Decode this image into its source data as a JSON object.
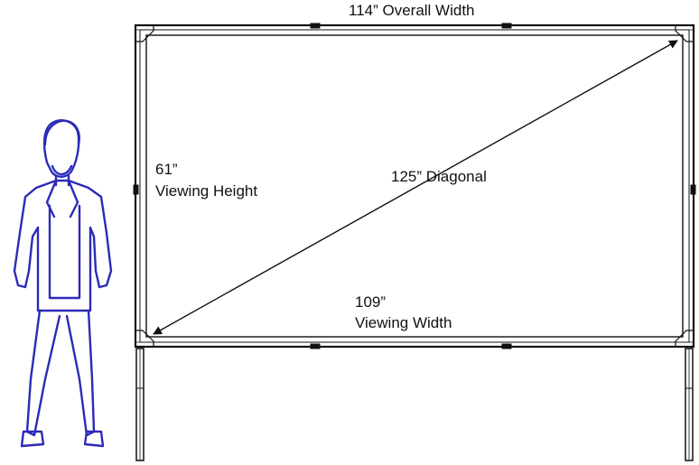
{
  "labels": {
    "overall_width": "114” Overall Width",
    "viewing_height_value": "61”",
    "viewing_height_text": "Viewing Height",
    "diagonal": "125” Diagonal",
    "viewing_width_value": "109”",
    "viewing_width_text": "Viewing Width"
  },
  "icons": {
    "person": "standing-person-icon"
  },
  "colors": {
    "frame": "#111111",
    "person": "#2b2bb8",
    "background": "#ffffff"
  }
}
